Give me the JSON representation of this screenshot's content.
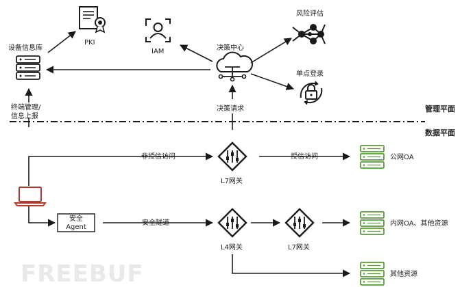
{
  "planes": {
    "management": "管理平面",
    "data": "数据平面"
  },
  "nodes": {
    "device_db": "设备信息库",
    "pki": "PKI",
    "iam": "IAM",
    "decision_center": "决策中心",
    "risk_assessment": "风险评估",
    "sso": "单点登录",
    "terminal_mgmt_line1": "终端管理/",
    "terminal_mgmt_line2": "信息上报",
    "decision_request": "决策请求",
    "agent_line1": "安全",
    "agent_line2": "Agent",
    "l7_gateway_top": "L7网关",
    "l4_gateway": "L4网关",
    "l7_gateway_bottom": "L7网关",
    "public_oa": "公网OA",
    "internal_oa": "内网OA、其他资源",
    "other_resources": "其他资源"
  },
  "edges": {
    "unauthorized_access": "非授信访问",
    "authorized_access": "授信访问",
    "secure_tunnel": "安全隧道"
  },
  "watermark": "FREEBUF",
  "colors": {
    "line": "#1a1a1a",
    "server_green": "#5a9a3c",
    "laptop_red": "#b5382f",
    "watermark": "#e9e9e9"
  }
}
